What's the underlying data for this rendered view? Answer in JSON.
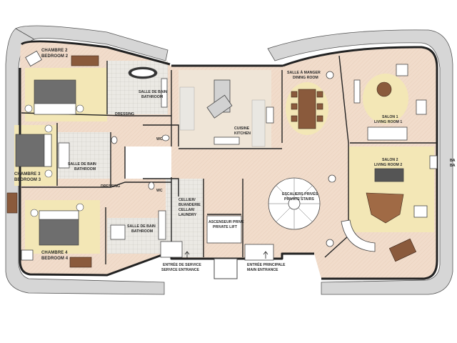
{
  "colors": {
    "floor": "#f1dccb",
    "rug": "#f3e7b6",
    "terrace": "#d6d6d6",
    "wall": "#222222",
    "tile": "#e9e7e2",
    "wood": "#8a5a3c"
  },
  "rooms": {
    "bedroom2": {
      "fr": "CHAMBRE 2",
      "en": "BEDROOM 2"
    },
    "bedroom3": {
      "fr": "CHAMBRE 3",
      "en": "BEDROOM 3"
    },
    "bedroom4": {
      "fr": "CHAMBRE 4",
      "en": "BEDROOM 4"
    },
    "bath_top": {
      "fr": "SALLE DE BAIN",
      "en": "BATHROOM"
    },
    "bath_mid": {
      "fr": "SALLE DE BAIN",
      "en": "BATHROOM"
    },
    "bath_bottom": {
      "fr": "SALLE DE BAIN",
      "en": "BATHROOM"
    },
    "dressing_top": {
      "fr": "DRESSING"
    },
    "dressing_bottom": {
      "fr": "DRESSING"
    },
    "wc_top": {
      "fr": "WC"
    },
    "wc_bottom": {
      "fr": "WC"
    },
    "kitchen": {
      "fr": "CUISINE",
      "en": "KITCHEN"
    },
    "dining": {
      "fr": "SALLE À MANGER",
      "en": "DINING ROOM"
    },
    "living1": {
      "fr": "SALON 1",
      "en": "LIVING ROOM 1"
    },
    "living2": {
      "fr": "SALON 2",
      "en": "LIVING ROOM 2"
    },
    "cellar": {
      "l1": "CELLIER/",
      "l2": "BUANDERIE",
      "l3": "CELLAR/",
      "l4": "LAUNDRY"
    },
    "lift": {
      "fr": "ASCENSEUR PRIVÉ",
      "en": "PRIVATE LIFT"
    },
    "stairs": {
      "fr": "ESCALIERS PRIVÉS",
      "en": "PRIVATE STAIRS"
    }
  },
  "entrances": {
    "service": {
      "fr": "ENTRÉE DE SERVICE",
      "en": "SERVICE ENTRANCE"
    },
    "main": {
      "fr": "ENTRÉE PRINCIPALE",
      "en": "MAIN ENTRANCE"
    }
  },
  "edge_text": {
    "top": "BA",
    "bottom": "BA"
  }
}
